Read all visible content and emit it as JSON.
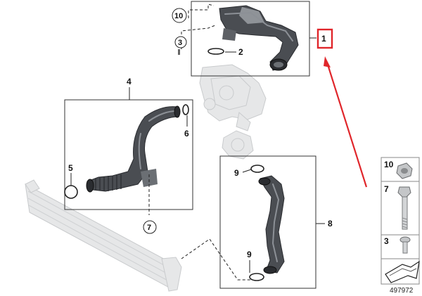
{
  "diagram": {
    "diagram_id": "497972",
    "callouts": {
      "p1": "1",
      "p2": "2",
      "p3": "3",
      "p4": "4",
      "p5": "5",
      "p6": "6",
      "p7": "7",
      "p8": "8",
      "p9a": "9",
      "p9b": "9",
      "p10": "10"
    },
    "legend": [
      {
        "number": "10",
        "part": "clip-nut-icon"
      },
      {
        "number": "7",
        "part": "bolt-icon"
      },
      {
        "number": "3",
        "part": "screw-icon"
      }
    ],
    "highlight_color": "#e0262b",
    "hose_color": "#4a4d52"
  }
}
